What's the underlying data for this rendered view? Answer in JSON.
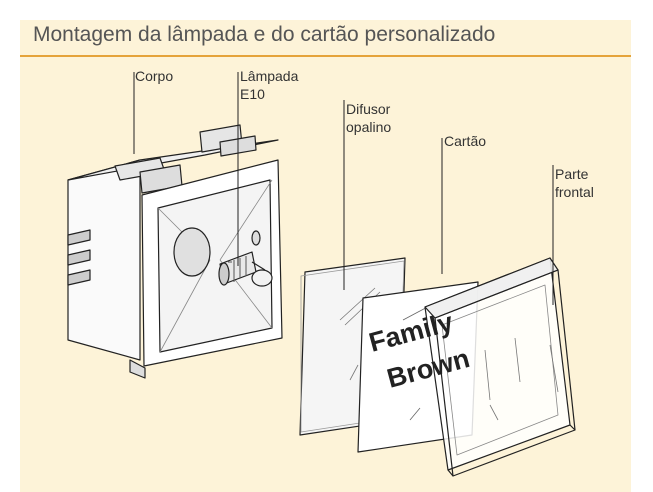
{
  "title": "Montagem da lâmpada e do cartão personalizado",
  "labels": {
    "corpo": "Corpo",
    "lampada": [
      "Lâmpada",
      "E10"
    ],
    "difusor": [
      "Difusor",
      "opalino"
    ],
    "cartao": "Cartão",
    "frontal": [
      "Parte",
      "frontal"
    ]
  },
  "card_text": [
    "Family",
    "Brown"
  ],
  "colors": {
    "background": "#fdf3d8",
    "title_rule": "#e5a33a",
    "title_text": "#555555"
  }
}
